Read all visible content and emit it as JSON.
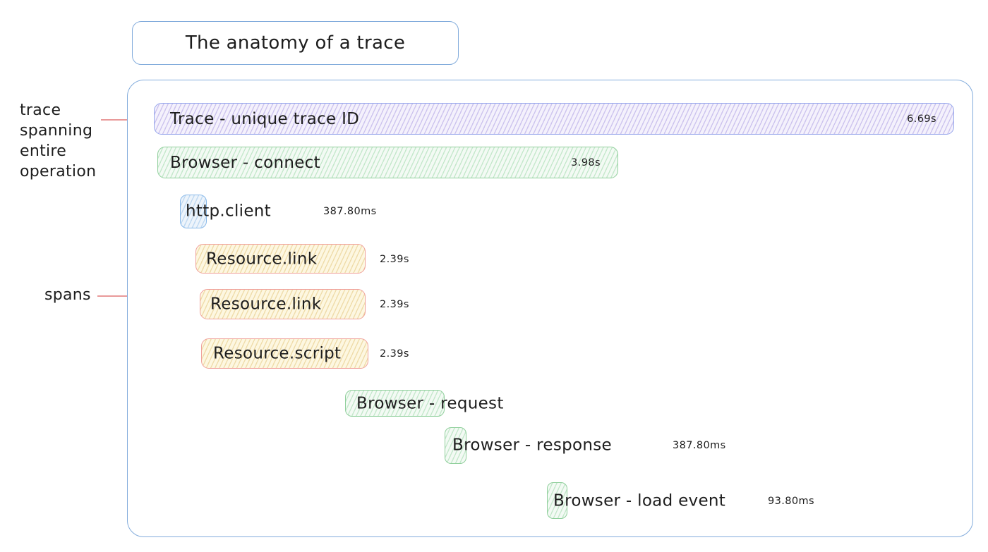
{
  "title": "The anatomy of a trace",
  "annotations": {
    "trace_note": {
      "lines": [
        "trace",
        "spanning",
        "entire",
        "operation"
      ]
    },
    "spans_note": "spans"
  },
  "spans": [
    {
      "kind": "trace",
      "label": "Trace - unique trace ID",
      "duration": "6.69s"
    },
    {
      "kind": "browser",
      "label": "Browser - connect",
      "duration": "3.98s"
    },
    {
      "kind": "http",
      "label": "http.client",
      "duration": "387.80ms"
    },
    {
      "kind": "resource",
      "label": "Resource.link",
      "duration": "2.39s"
    },
    {
      "kind": "resource",
      "label": "Resource.link",
      "duration": "2.39s"
    },
    {
      "kind": "resource",
      "label": "Resource.script",
      "duration": "2.39s"
    },
    {
      "kind": "browser",
      "label": "Browser - request",
      "duration": ""
    },
    {
      "kind": "browser",
      "label": "Browser - response",
      "duration": "387.80ms"
    },
    {
      "kind": "browser",
      "label": "Browser - load event",
      "duration": "93.80ms"
    }
  ],
  "colors": {
    "container_border": "#83acdc",
    "violet_border": "#97a7ec",
    "violet_fill": "#f4f1fc",
    "violet_hatch": "#cdc4ee",
    "green_border": "#8fcf9b",
    "green_fill": "#f3faf4",
    "green_hatch": "#c5e8cc",
    "blue_border": "#89b9e9",
    "blue_fill": "#edf4fb",
    "blue_hatch": "#bfd9f2",
    "yellow_border": "#f0a29c",
    "yellow_fill": "#fdf7e1",
    "yellow_hatch": "#efdcaa",
    "connector": "#e78f8f",
    "text": "#1d1d1d"
  }
}
